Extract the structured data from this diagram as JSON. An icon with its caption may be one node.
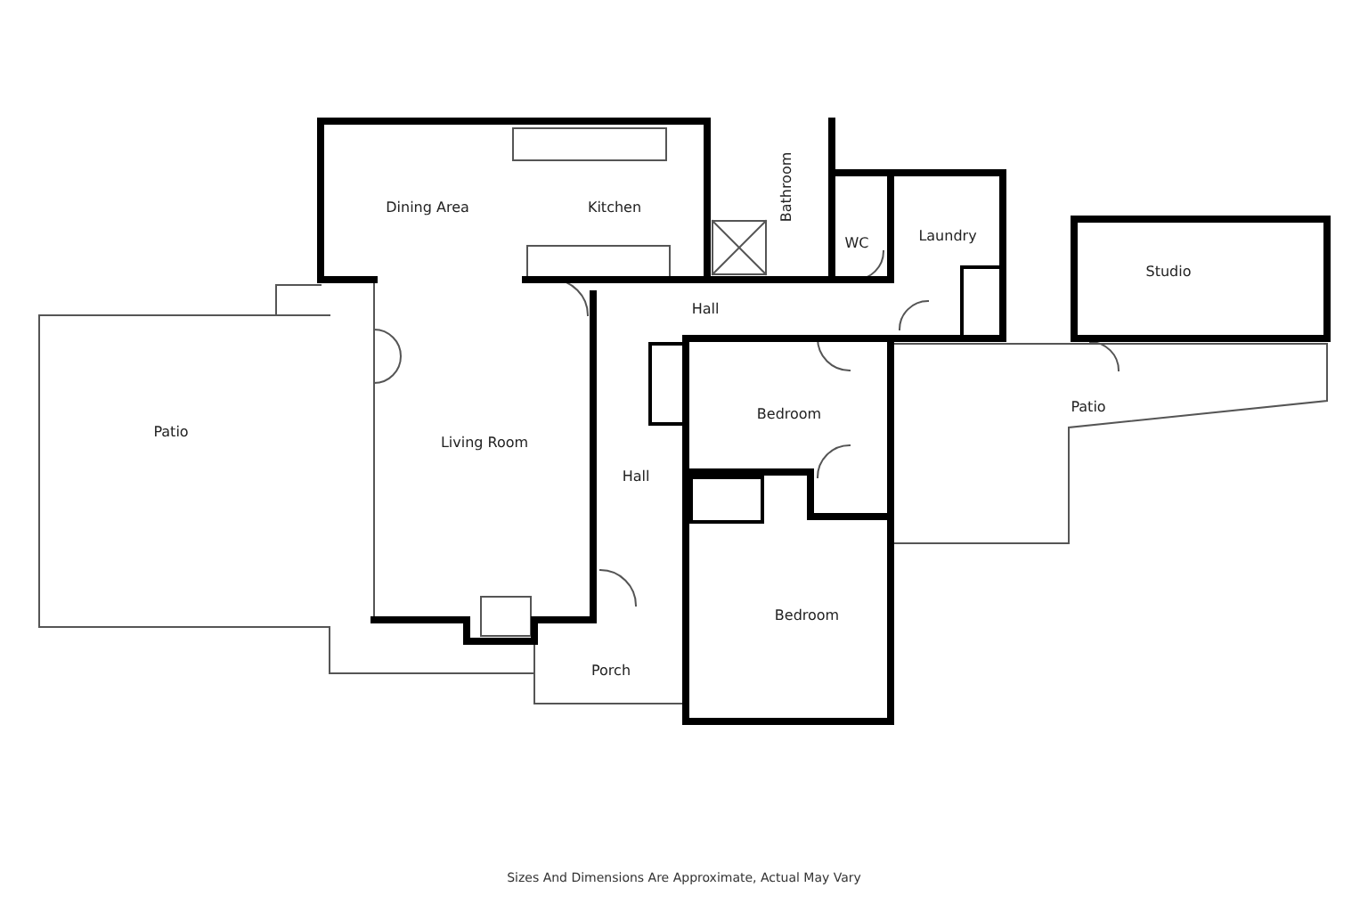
{
  "diagram": {
    "caption": "Sizes And Dimensions Are Approximate, Actual May Vary",
    "nodes": [
      {
        "text": [
          "Dining Area"
        ]
      },
      {
        "text": [
          "Kitchen"
        ]
      },
      {
        "text": [
          "Bathroom"
        ]
      },
      {
        "text": [
          "WC"
        ]
      },
      {
        "text": [
          "Laundry"
        ]
      },
      {
        "text": [
          "Studio"
        ]
      },
      {
        "text": [
          "Hall"
        ]
      },
      {
        "text": [
          "Patio"
        ]
      },
      {
        "text": [
          "Living Room"
        ]
      },
      {
        "text": [
          "Bedroom"
        ]
      },
      {
        "text": [
          "Patio"
        ]
      },
      {
        "text": [
          "Hall"
        ]
      },
      {
        "text": [
          "Bedroom"
        ]
      },
      {
        "text": [
          "Porch"
        ]
      }
    ]
  }
}
